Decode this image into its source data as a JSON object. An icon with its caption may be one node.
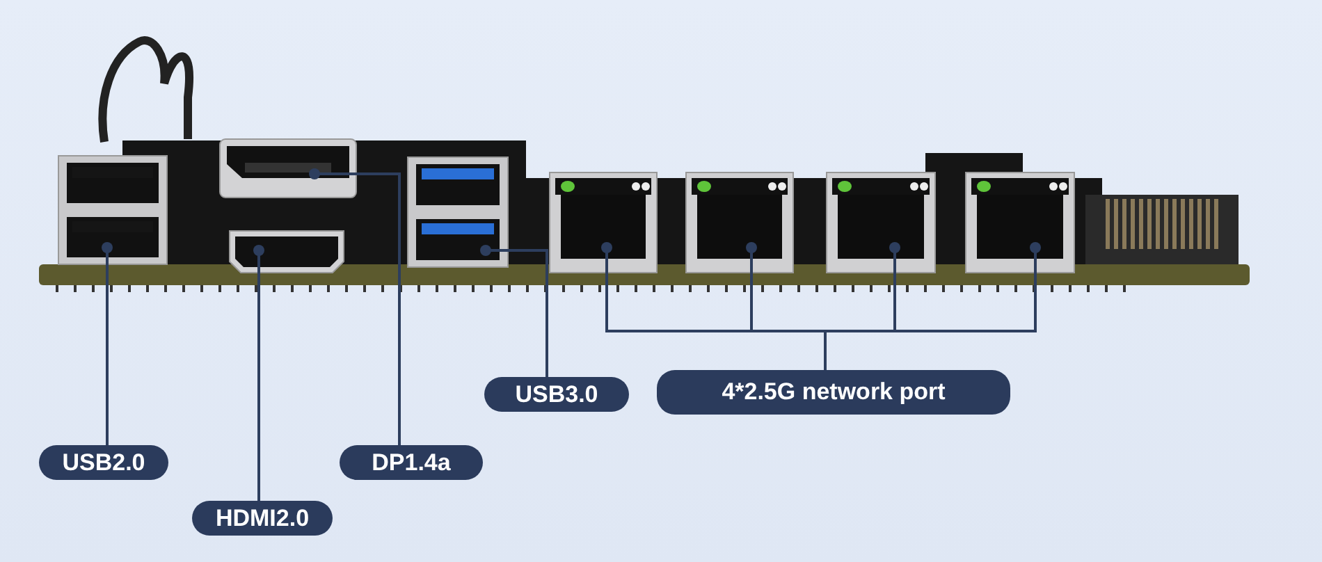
{
  "diagram": {
    "nodes": [
      {
        "text": [],
        "shape": "picture"
      },
      {
        "text": [],
        "shape": "picture"
      },
      {
        "text": [],
        "shape": "picture"
      },
      {
        "text": [],
        "shape": "picture"
      },
      {
        "text": [],
        "shape": "picture"
      },
      {
        "text": [],
        "shape": "picture"
      },
      {
        "text": [],
        "shape": "picture"
      },
      {
        "text": [],
        "shape": "picture"
      },
      {
        "text": [
          "USB3.0"
        ]
      },
      {
        "text": [
          "4*2.5G network port"
        ]
      },
      {
        "text": [
          "USB2.0"
        ]
      },
      {
        "text": [
          "DP1.4a"
        ]
      },
      {
        "text": [
          "HDMI2.0"
        ]
      }
    ],
    "edges": [
      {
        "from": 8,
        "to": 3,
        "arrow": "other"
      },
      {
        "from": 9,
        "to": 4,
        "arrow": "other"
      },
      {
        "from": 9,
        "to": 5,
        "arrow": "other"
      },
      {
        "from": 9,
        "to": 6,
        "arrow": "other"
      },
      {
        "from": 9,
        "to": 7,
        "arrow": "other"
      },
      {
        "from": 10,
        "to": 0,
        "arrow": "other"
      },
      {
        "from": 11,
        "to": 1,
        "arrow": "other"
      },
      {
        "from": 12,
        "to": 2,
        "arrow": "other"
      }
    ]
  }
}
